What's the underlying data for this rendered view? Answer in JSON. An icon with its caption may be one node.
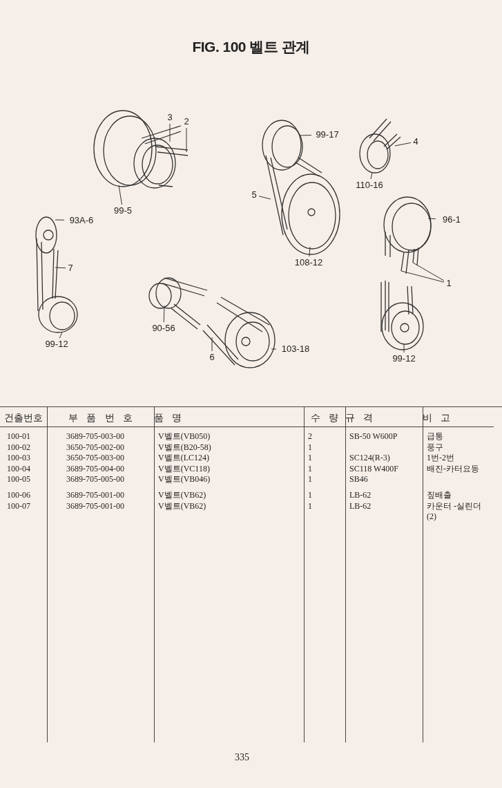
{
  "diagram": {
    "title": "FIG. 100 벨트 관계",
    "nodes": [
      {
        "text": [
          "3"
        ]
      },
      {
        "text": [
          "2"
        ]
      },
      {
        "text": [
          "99-5"
        ]
      },
      {
        "text": [
          "93A-6"
        ]
      },
      {
        "text": [
          "7"
        ]
      },
      {
        "text": [
          "99-12"
        ]
      },
      {
        "text": [
          "90-56"
        ]
      },
      {
        "text": [
          "6"
        ]
      },
      {
        "text": [
          "103-18"
        ]
      },
      {
        "text": [
          "99-17"
        ]
      },
      {
        "text": [
          "5"
        ]
      },
      {
        "text": [
          "108-12"
        ]
      },
      {
        "text": [
          "110-16"
        ]
      },
      {
        "text": [
          "4"
        ]
      },
      {
        "text": [
          "96-1"
        ]
      },
      {
        "text": [
          "1"
        ]
      },
      {
        "text": [
          "99-12"
        ]
      }
    ],
    "edges": [
      {
        "from": 0,
        "to": null,
        "arrow": "none"
      },
      {
        "from": 1,
        "to": null,
        "arrow": "none"
      },
      {
        "from": 2,
        "to": null,
        "arrow": "none"
      },
      {
        "from": 3,
        "to": null,
        "arrow": "none"
      },
      {
        "from": 4,
        "to": null,
        "arrow": "none"
      },
      {
        "from": 5,
        "to": null,
        "arrow": "none"
      },
      {
        "from": 6,
        "to": null,
        "arrow": "none"
      },
      {
        "from": 7,
        "to": null,
        "arrow": "none"
      },
      {
        "from": 8,
        "to": null,
        "arrow": "none"
      },
      {
        "from": 9,
        "to": null,
        "arrow": "none"
      },
      {
        "from": 10,
        "to": null,
        "arrow": "none"
      },
      {
        "from": 11,
        "to": null,
        "arrow": "none"
      },
      {
        "from": 12,
        "to": null,
        "arrow": "none"
      },
      {
        "from": 13,
        "to": null,
        "arrow": "none"
      },
      {
        "from": 14,
        "to": null,
        "arrow": "none"
      },
      {
        "from": 15,
        "to": null,
        "arrow": "none"
      },
      {
        "from": 15,
        "to": null,
        "arrow": "none"
      },
      {
        "from": 16,
        "to": null,
        "arrow": "none"
      }
    ],
    "labels": [
      "건출번호",
      "부 품 번 호",
      "품 명",
      "수 량",
      "규 격",
      "비 고",
      "100-01",
      "3689-705-003-00",
      "V벨트(VB050)",
      "2",
      "SB-50 W600P",
      "급통",
      "100-02",
      "3650-705-002-00",
      "V벨트(B20-58)",
      "1",
      "풍구",
      "100-03",
      "3650-705-003-00",
      "V벨트(LC124)",
      "1",
      "SC124(R-3)",
      "1번-2번",
      "100-04",
      "3689-705-004-00",
      "V벨트(VC118)",
      "1",
      "SC118 W400F",
      "배진-카터요동",
      "100-05",
      "3689-705-005-00",
      "V벨트(VB046)",
      "1",
      "SB46",
      "100-06",
      "3689-705-001-00",
      "V벨트(VB62)",
      "1",
      "LB-62",
      "짚배출",
      "100-07",
      "3689-705-001-00",
      "V벨트(VB62)",
      "1",
      "LB-62",
      "카운터 -실린더(2)",
      "335"
    ]
  }
}
